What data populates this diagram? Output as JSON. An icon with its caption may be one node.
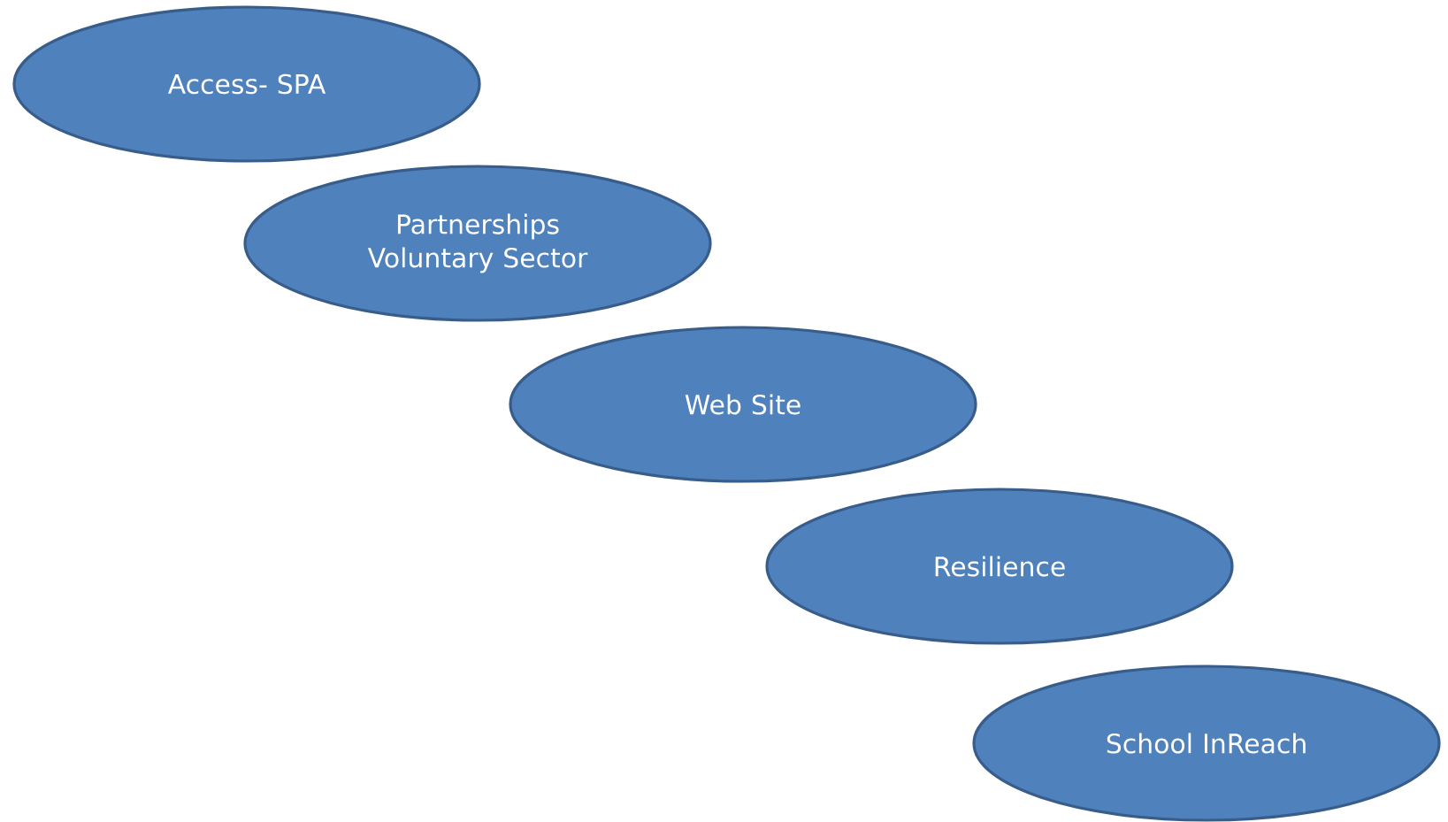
{
  "diagram": {
    "nodes": [
      {
        "text": [
          "Access- SPA"
        ]
      },
      {
        "text": [
          "Partnerships Voluntary Sector"
        ]
      },
      {
        "text": [
          "Web Site"
        ]
      },
      {
        "text": [
          "Resilience"
        ]
      },
      {
        "text": [
          "School InReach"
        ]
      }
    ]
  }
}
